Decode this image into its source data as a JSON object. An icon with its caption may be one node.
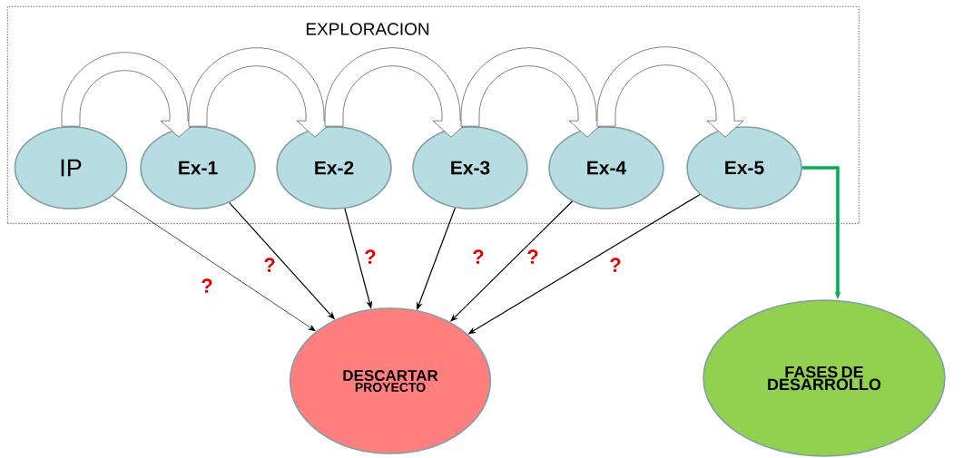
{
  "diagram": {
    "nodes": [
      {
        "text": [
          "EXPLORACION"
        ]
      },
      {
        "text": [
          "IP"
        ],
        "in": 0
      },
      {
        "text": [
          "Ex-1"
        ],
        "in": 0
      },
      {
        "text": [
          "Ex-2"
        ],
        "in": 0
      },
      {
        "text": [
          "Ex-3"
        ],
        "in": 0
      },
      {
        "text": [
          "Ex-4"
        ],
        "in": 0
      },
      {
        "text": [
          "Ex-5"
        ],
        "in": 0
      },
      {
        "text": [
          "DESCARTAR",
          "PROYECTO"
        ]
      },
      {
        "text": [
          "FASES DE DESARROLLO"
        ]
      }
    ],
    "edges": [
      {
        "from": 1,
        "to": 2,
        "arrow": "to"
      },
      {
        "from": 2,
        "to": 3,
        "arrow": "to"
      },
      {
        "from": 3,
        "to": 4,
        "arrow": "to"
      },
      {
        "from": 4,
        "to": 5,
        "arrow": "to"
      },
      {
        "from": 5,
        "to": 6,
        "arrow": "to"
      },
      {
        "from": 1,
        "to": 7,
        "arrow": "to",
        "label": "?"
      },
      {
        "from": 2,
        "to": 7,
        "arrow": "to",
        "label": "?"
      },
      {
        "from": 3,
        "to": 7,
        "arrow": "to",
        "label": "?"
      },
      {
        "from": 4,
        "to": 7,
        "arrow": "to",
        "label": "?"
      },
      {
        "from": 5,
        "to": 7,
        "arrow": "to",
        "label": "?"
      },
      {
        "from": 6,
        "to": 7,
        "arrow": "to",
        "label": "?"
      },
      {
        "from": 6,
        "to": 8,
        "arrow": "to",
        "style": "thick",
        "color": "#00b050"
      }
    ]
  }
}
